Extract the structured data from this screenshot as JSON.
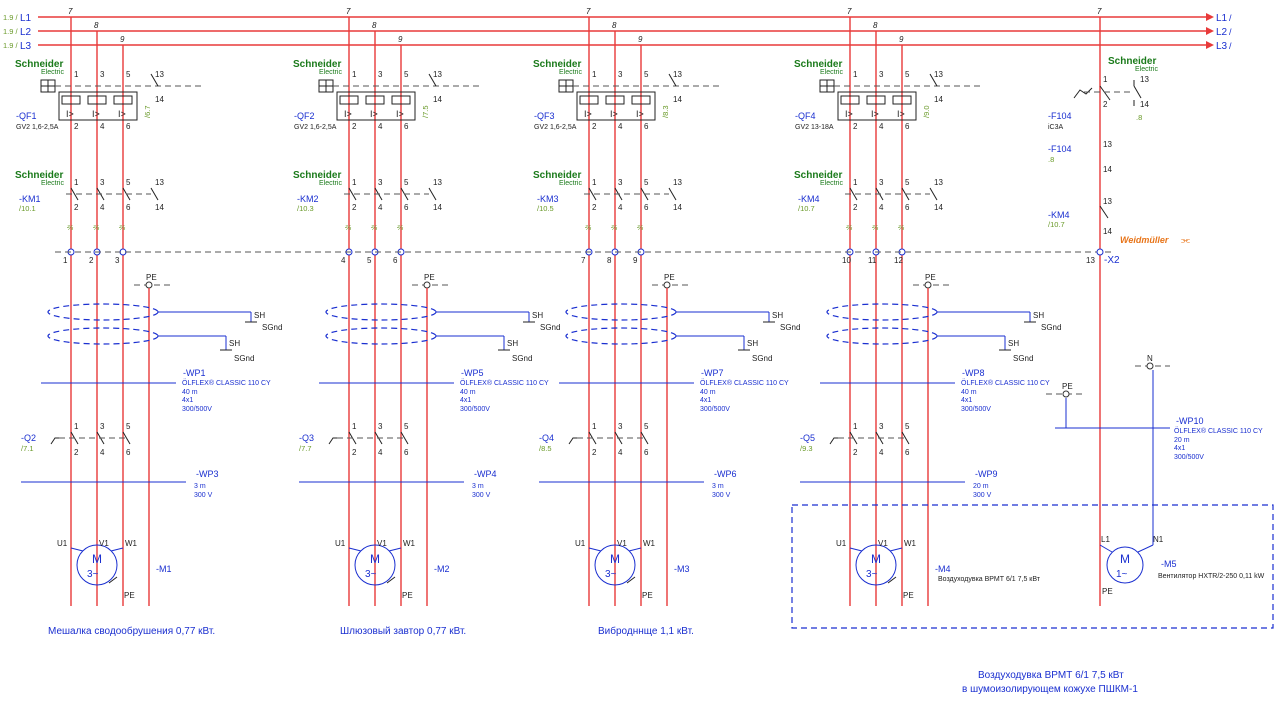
{
  "phases": {
    "in": [
      {
        "ref": "1.9 /",
        "label": "L1"
      },
      {
        "ref": "1.9 /",
        "label": "L2"
      },
      {
        "ref": "1.9 /",
        "label": "L3"
      }
    ],
    "out": [
      {
        "label": "L1",
        "ref": "/"
      },
      {
        "label": "L2",
        "ref": "/"
      },
      {
        "label": "L3",
        "ref": "/"
      }
    ],
    "taps": [
      "7",
      "8",
      "9"
    ]
  },
  "brands": {
    "schneider_1": "Schneider",
    "schneider_2": "Electric",
    "weidmuller": "Weidmüller"
  },
  "contacts": {
    "p1": "1",
    "p2": "2",
    "p3": "3",
    "p4": "4",
    "p5": "5",
    "p6": "6",
    "aux1": "13",
    "aux2": "14"
  },
  "channels": [
    {
      "breaker": {
        "tag": "-QF1",
        "model": "GV2 1,6-2,5A",
        "ref": "/6.7",
        "trip": "I>"
      },
      "contactor": {
        "tag": "-KM1",
        "ref": "/10.1",
        "mark": "⅔"
      },
      "terminals": [
        "1",
        "2",
        "3"
      ],
      "pe": "PE",
      "shield": "SH",
      "sgnd": "SGnd",
      "cable1": {
        "tag": "-WP1",
        "spec": "ÖLFLEX® CLASSIC 110 CY",
        "len": "40 m",
        "cores": "4x1",
        "volt": "300/500V"
      },
      "switch": {
        "tag": "-Q2",
        "ref": "/7.1"
      },
      "cable2": {
        "tag": "-WP3",
        "len": "3 m",
        "volt": "300 V"
      },
      "motor": {
        "tag": "-M1",
        "sym": "M",
        "phase": "3~",
        "u": "U1",
        "v": "V1",
        "w": "W1",
        "pe": "PE",
        "desc": "Мешалка сводообрушения 0,77 кВт."
      }
    },
    {
      "breaker": {
        "tag": "-QF2",
        "model": "GV2 1,6-2,5A",
        "ref": "/7.5",
        "trip": "I>"
      },
      "contactor": {
        "tag": "-KM2",
        "ref": "/10.3",
        "mark": "⅔"
      },
      "terminals": [
        "4",
        "5",
        "6"
      ],
      "pe": "PE",
      "shield": "SH",
      "sgnd": "SGnd",
      "cable1": {
        "tag": "-WP5",
        "spec": "ÖLFLEX® CLASSIC 110 CY",
        "len": "40 m",
        "cores": "4x1",
        "volt": "300/500V"
      },
      "switch": {
        "tag": "-Q3",
        "ref": "/7.7"
      },
      "cable2": {
        "tag": "-WP4",
        "len": "3 m",
        "volt": "300 V"
      },
      "motor": {
        "tag": "-M2",
        "sym": "M",
        "phase": "3~",
        "u": "U1",
        "v": "V1",
        "w": "W1",
        "pe": "PE",
        "desc": "Шлюзовый завтор 0,77 кВт."
      }
    },
    {
      "breaker": {
        "tag": "-QF3",
        "model": "GV2 1,6-2,5A",
        "ref": "/8.3",
        "trip": "I>"
      },
      "contactor": {
        "tag": "-KM3",
        "ref": "/10.5",
        "mark": "⅔"
      },
      "terminals": [
        "7",
        "8",
        "9"
      ],
      "pe": "PE",
      "shield": "SH",
      "sgnd": "SGnd",
      "cable1": {
        "tag": "-WP7",
        "spec": "ÖLFLEX® CLASSIC 110 CY",
        "len": "40 m",
        "cores": "4x1",
        "volt": "300/500V"
      },
      "switch": {
        "tag": "-Q4",
        "ref": "/8.5"
      },
      "cable2": {
        "tag": "-WP6",
        "len": "3 m",
        "volt": "300 V"
      },
      "motor": {
        "tag": "-M3",
        "sym": "M",
        "phase": "3~",
        "u": "U1",
        "v": "V1",
        "w": "W1",
        "pe": "PE",
        "desc": "Вибродннще  1,1 кВт."
      }
    },
    {
      "breaker": {
        "tag": "-QF4",
        "model": "GV2 13-18A",
        "ref": "/9.0",
        "trip": "I>"
      },
      "contactor": {
        "tag": "-KM4",
        "ref": "/10.7",
        "mark": "⅔"
      },
      "terminals": [
        "10",
        "11",
        "12"
      ],
      "pe": "PE",
      "shield": "SH",
      "sgnd": "SGnd",
      "cable1": {
        "tag": "-WP8",
        "spec": "ÖLFLEX® CLASSIC 110 CY",
        "len": "40 m",
        "cores": "4x1",
        "volt": "300/500V"
      },
      "switch": {
        "tag": "-Q5",
        "ref": "/9.3"
      },
      "cable2": {
        "tag": "-WP9",
        "len": "20 m",
        "volt": "300 V"
      },
      "motor": {
        "tag": "-M4",
        "sym": "M",
        "phase": "3~",
        "u": "U1",
        "v": "V1",
        "w": "W1",
        "pe": "PE",
        "desc": "Воздуходувка ВРМТ 6/1 7,5 кВт"
      }
    }
  ],
  "fan": {
    "breaker": {
      "tag": "-F104",
      "model": "iC3A",
      "ref": ".8"
    },
    "aux": {
      "tag": "-F104",
      "ref": ".8"
    },
    "contactor": {
      "tag": "-KM4",
      "ref": "/10.7"
    },
    "terminal": "13",
    "strip": "-X2",
    "pe": "PE",
    "n": "N",
    "cable": {
      "tag": "-WP10",
      "spec": "ÖLFLEX® CLASSIC 110 CY",
      "len": "20 m",
      "cores": "4x1",
      "volt": "300/500V"
    },
    "motor": {
      "tag": "-M5",
      "sym": "M",
      "phase": "1~",
      "l": "L1",
      "n": "N1",
      "pe": "PE",
      "desc": "Вентилятор HXTR/2-250 0,11 kW"
    }
  },
  "enclosure_note": {
    "line1": "Воздуходувка ВРМТ 6/1 7,5 кВт",
    "line2": "в шумоизолирующем кожухе ПШКМ-1"
  },
  "colors": {
    "power": "#e83a3a",
    "text": "#1a2fd0",
    "ref": "#6a9a2a",
    "brand": "#3dae2b",
    "weidmuller": "#e8751a"
  }
}
